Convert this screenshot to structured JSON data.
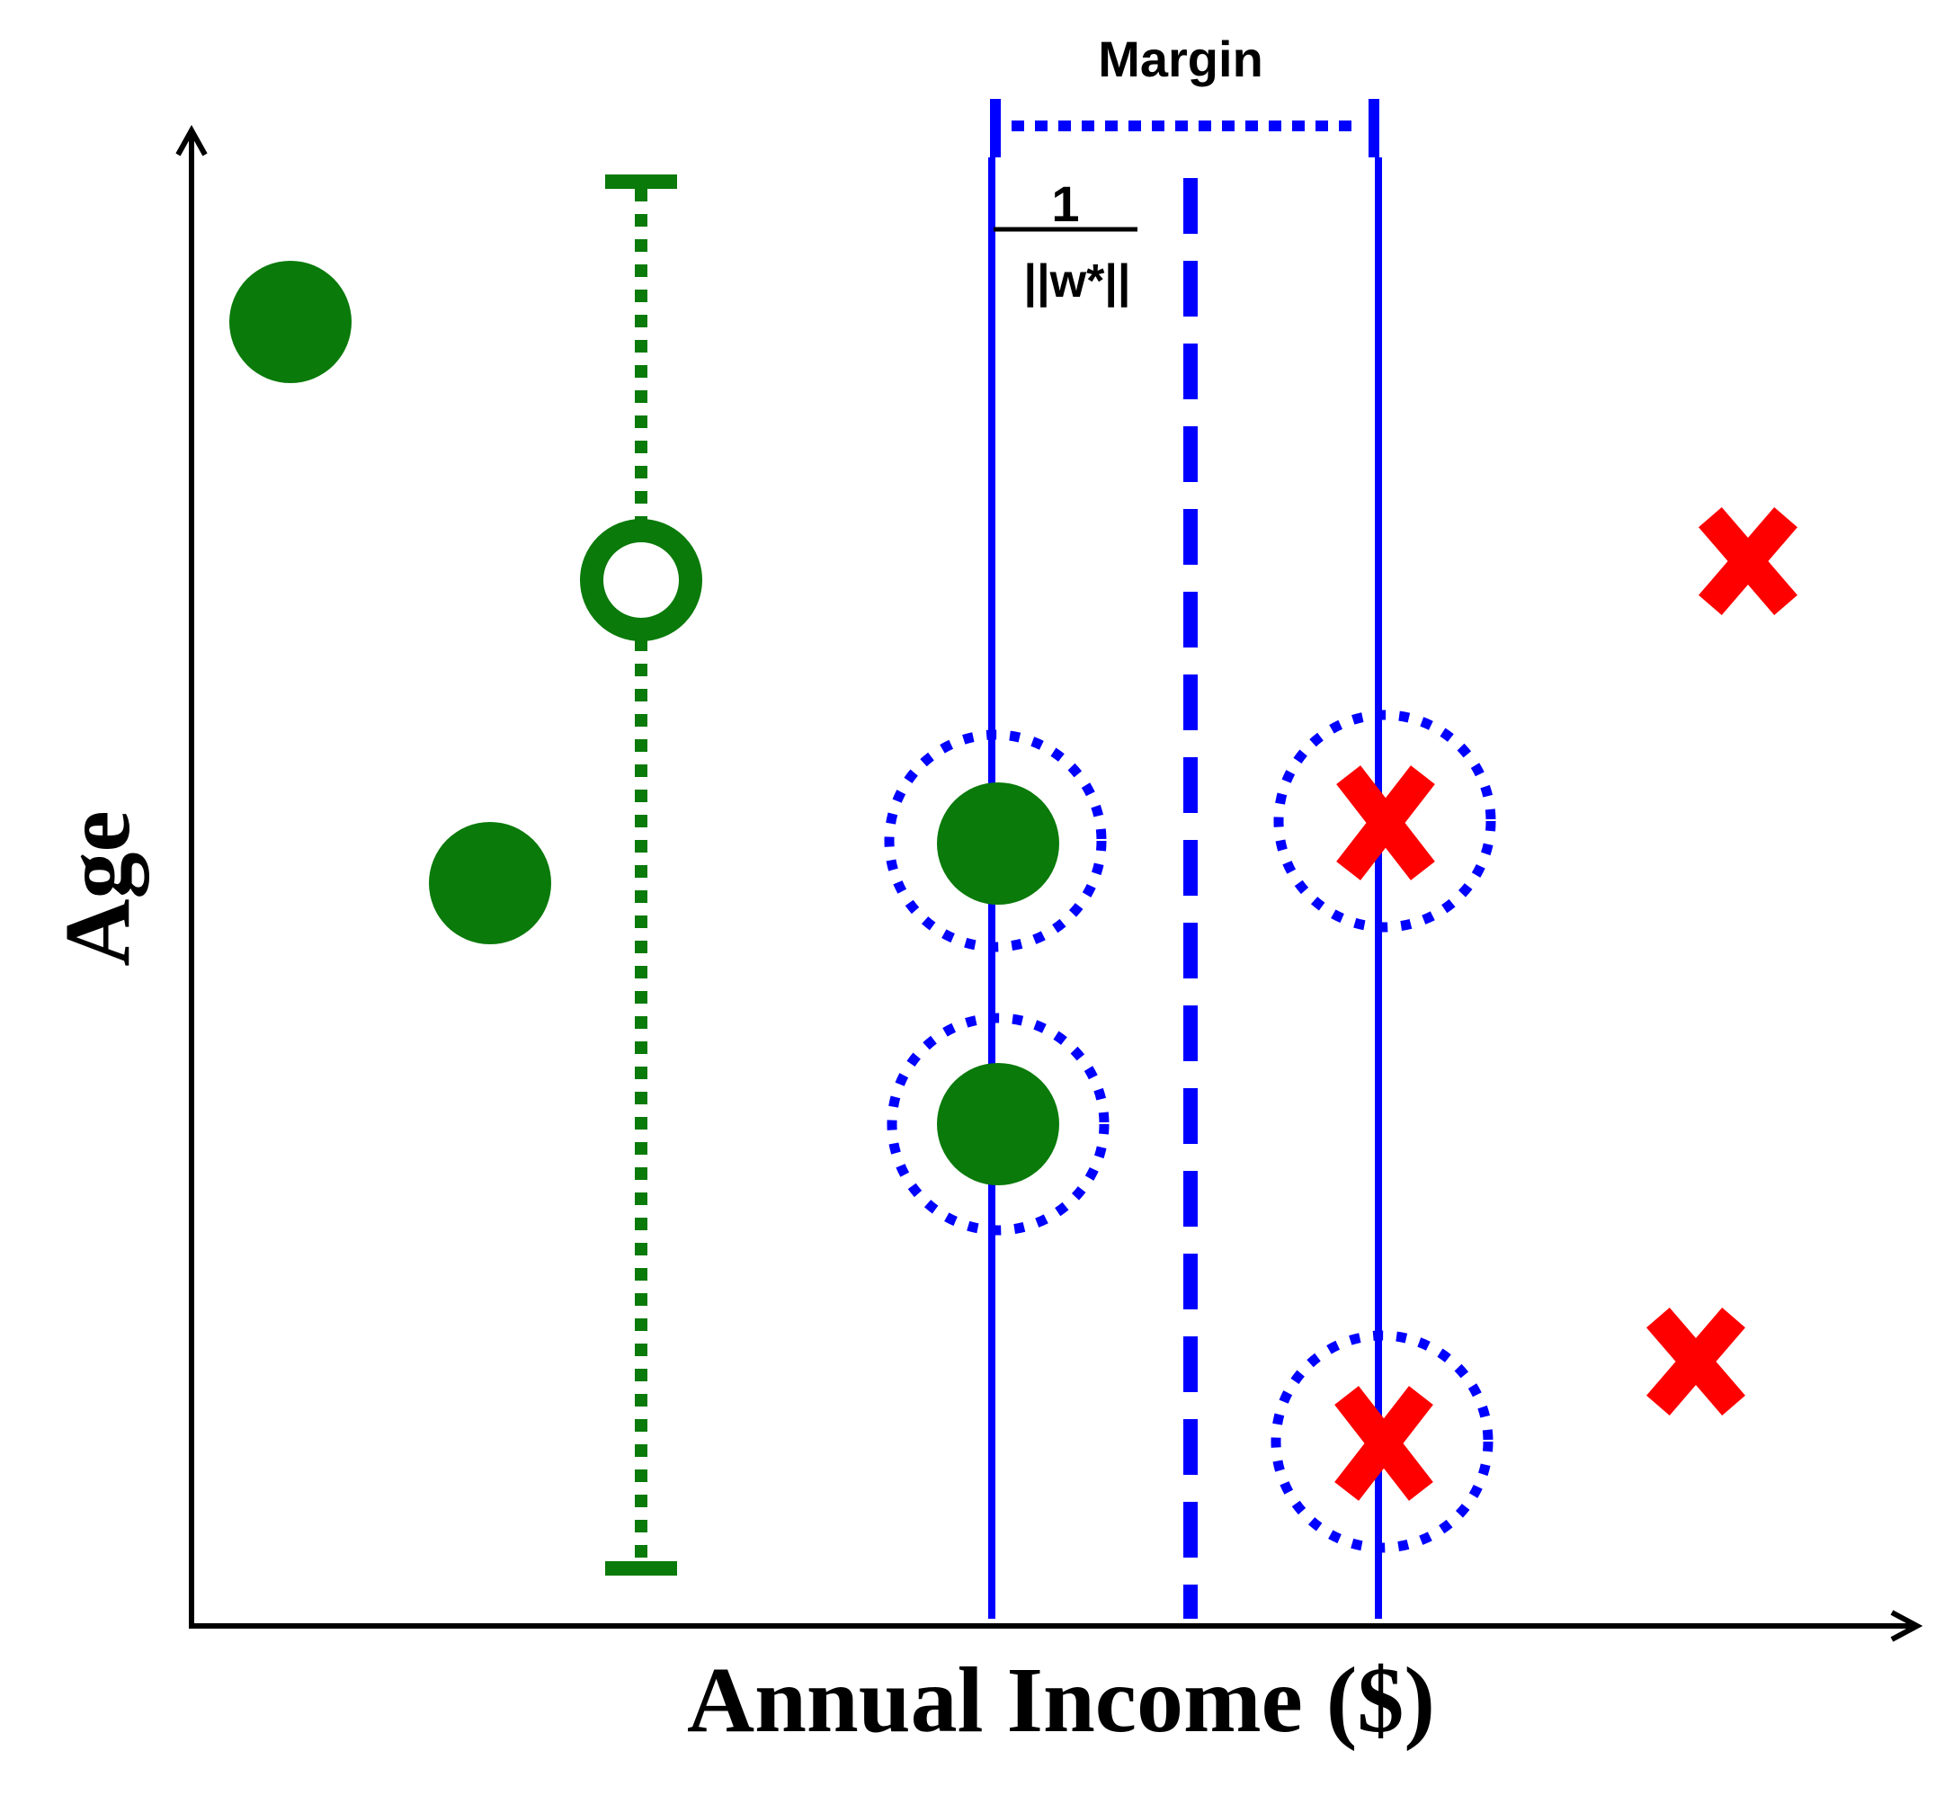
{
  "diagram": {
    "x_axis_label": "Annual Income ($)",
    "y_axis_label": "Age",
    "margin_label": "Margin",
    "margin_fraction_numerator": "1",
    "margin_fraction_denominator": "||w*||",
    "colors": {
      "class_a": "#0a7a0a",
      "class_b": "#ff0000",
      "boundary": "#0000ff",
      "axis": "#000000"
    },
    "points": [
      {
        "class": "class_a",
        "marker": "filled-circle",
        "support_vector": false
      },
      {
        "class": "class_a",
        "marker": "filled-circle",
        "support_vector": false
      },
      {
        "class": "class_a",
        "marker": "hollow-circle",
        "support_vector": false
      },
      {
        "class": "class_a",
        "marker": "filled-circle",
        "support_vector": true
      },
      {
        "class": "class_a",
        "marker": "filled-circle",
        "support_vector": true
      },
      {
        "class": "class_b",
        "marker": "cross",
        "support_vector": true
      },
      {
        "class": "class_b",
        "marker": "cross",
        "support_vector": true
      },
      {
        "class": "class_b",
        "marker": "cross",
        "support_vector": false
      },
      {
        "class": "class_b",
        "marker": "cross",
        "support_vector": false
      }
    ]
  }
}
